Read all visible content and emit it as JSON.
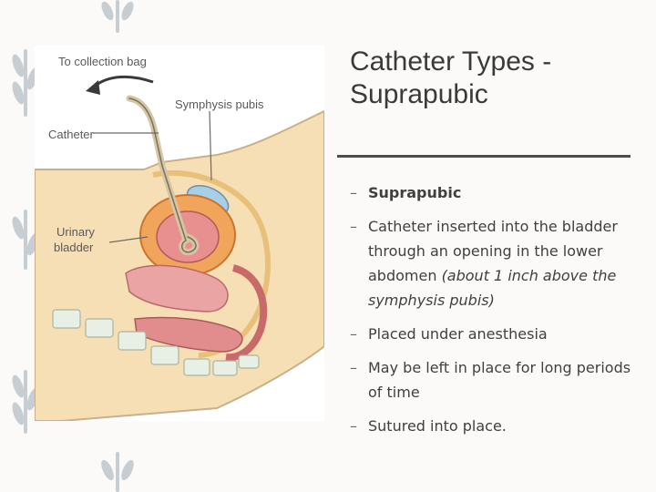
{
  "slide": {
    "title_line1": "Catheter Types -",
    "title_line2": "Suprapubic"
  },
  "figure": {
    "label_collection_bag": "To collection bag",
    "label_symphysis": "Symphysis pubis",
    "label_catheter": "Catheter",
    "label_urinary": "Urinary",
    "label_bladder": "bladder"
  },
  "bullets": [
    {
      "dash": "–",
      "text": "Suprapubic"
    },
    {
      "dash": "–",
      "text": "Catheter inserted into the bladder through an opening  in the lower abdomen ",
      "italic": "(about 1 inch above the symphysis pubis)"
    },
    {
      "dash": "–",
      "text": "Placed under anesthesia"
    },
    {
      "dash": "–",
      "text": "May be left in place for long periods of time"
    },
    {
      "dash": "–",
      "text": "Sutured into place."
    }
  ],
  "colors": {
    "leaf": "#c6cdd3",
    "skin": "#f6dfb4",
    "bladder_outer": "#f0a55a",
    "bladder_inner": "#e88f8f",
    "bone": "#e8efe4",
    "rule": "#4d4d4d"
  }
}
